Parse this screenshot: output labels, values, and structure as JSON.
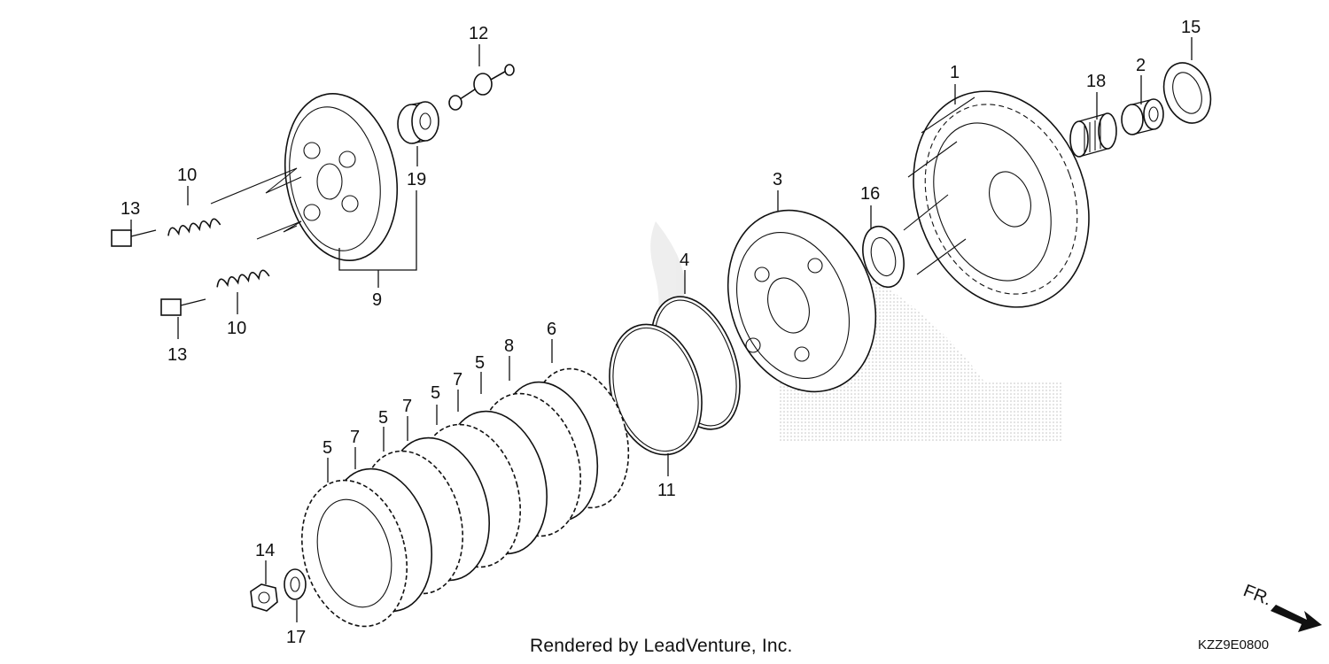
{
  "callouts": {
    "n1": "1",
    "n2": "2",
    "n3": "3",
    "n4": "4",
    "n5a": "5",
    "n5b": "5",
    "n5c": "5",
    "n5d": "5",
    "n6": "6",
    "n7a": "7",
    "n7b": "7",
    "n7c": "7",
    "n8": "8",
    "n9": "9",
    "n10a": "10",
    "n10b": "10",
    "n11": "11",
    "n12": "12",
    "n13a": "13",
    "n13b": "13",
    "n14": "14",
    "n15": "15",
    "n16": "16",
    "n17": "17",
    "n18": "18",
    "n19": "19"
  },
  "footer": {
    "credit": "Rendered by LeadVenture, Inc.",
    "diagram_code": "KZZ9E0800",
    "front_marker": "FR."
  }
}
